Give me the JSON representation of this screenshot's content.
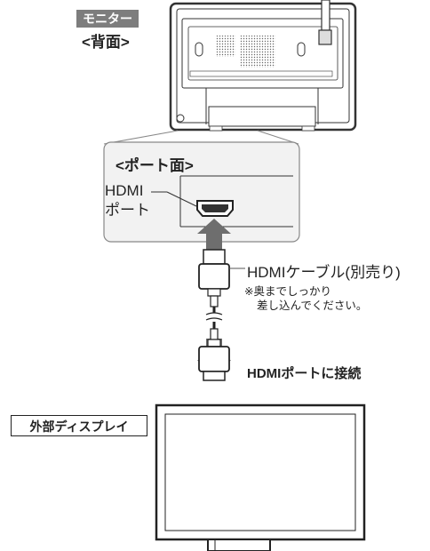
{
  "tags": {
    "monitor": "モニター",
    "back": "<背面>",
    "port_face": "<ポート面>",
    "external_display": "外部ディスプレイ"
  },
  "labels": {
    "hdmi": "HDMI",
    "port": "ポート",
    "cable": "HDMIケーブル(別売り)",
    "note_line1": "※奥までしっかり",
    "note_line2": "差し込んでください。",
    "connect": "HDMIポートに接続"
  },
  "icons": [
    "double-arrow-icon",
    "hdmi-cable-icon",
    "hdmi-port-icon",
    "antenna-icon"
  ],
  "colors": {
    "arrow": "#6e6e6e",
    "tag_background": "#7d7d7d",
    "panel_background": "#f2f2f2"
  }
}
